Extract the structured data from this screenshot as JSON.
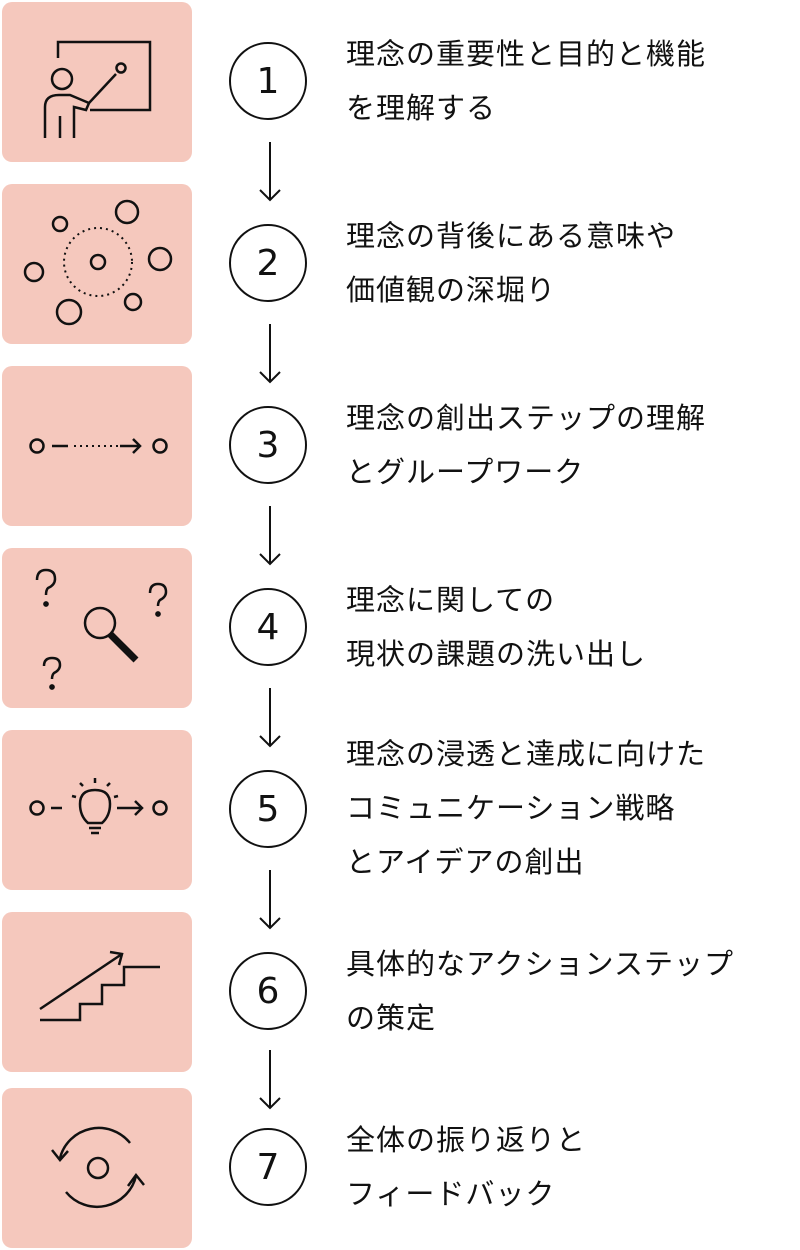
{
  "steps": [
    {
      "number": "1",
      "icon": "presentation-icon",
      "lines": [
        "理念の重要性と目的と機能",
        "を理解する"
      ]
    },
    {
      "number": "2",
      "icon": "meaning-circles-icon",
      "lines": [
        "理念の背後にある意味や",
        "価値観の深堀り"
      ]
    },
    {
      "number": "3",
      "icon": "step-path-icon",
      "lines": [
        "理念の創出ステップの理解",
        "とグループワーク"
      ]
    },
    {
      "number": "4",
      "icon": "search-questions-icon",
      "lines": [
        "理念に関しての",
        "現状の課題の洗い出し"
      ]
    },
    {
      "number": "5",
      "icon": "idea-bulb-icon",
      "lines": [
        "理念の浸透と達成に向けた",
        "コミュニケーション戦略",
        "とアイデアの創出"
      ]
    },
    {
      "number": "6",
      "icon": "stairs-icon",
      "lines": [
        "具体的なアクションステップ",
        "の策定"
      ]
    },
    {
      "number": "7",
      "icon": "cycle-icon",
      "lines": [
        "全体の振り返りと",
        "フィードバック"
      ]
    }
  ],
  "colors": {
    "tile": "#f5c8bd",
    "ink": "#111111"
  }
}
